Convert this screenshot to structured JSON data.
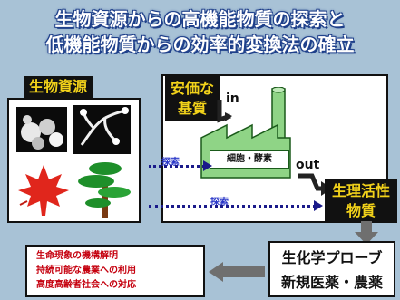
{
  "title": {
    "line1": "生物資源からの高機能物質の探索と",
    "line2": "低機能物質からの効率的変換法の確立"
  },
  "left": {
    "label": "生物資源"
  },
  "right": {
    "label_line1": "安価な",
    "label_line2": "基質"
  },
  "factory": {
    "label": "細胞・酵素"
  },
  "io": {
    "in": "in",
    "out": "out"
  },
  "search": {
    "upper": "探索",
    "lower": "探索"
  },
  "product": {
    "line1": "生理活性",
    "line2": "物質"
  },
  "bottom_left": {
    "lines": [
      "生命現象の機構解明",
      "持続可能な農業への利用",
      "高度高齢者社会への対応"
    ]
  },
  "bottom_right": {
    "line1": "生化学プローブ",
    "line2": "新規医薬・農薬"
  },
  "colors": {
    "background": "#a8c2d6",
    "title_shadow": "#1e3f8a",
    "label_text": "#f2d21a",
    "factory": "#8fd486",
    "arrow": "#6f6f6f",
    "highlight_text": "#c5000e"
  }
}
